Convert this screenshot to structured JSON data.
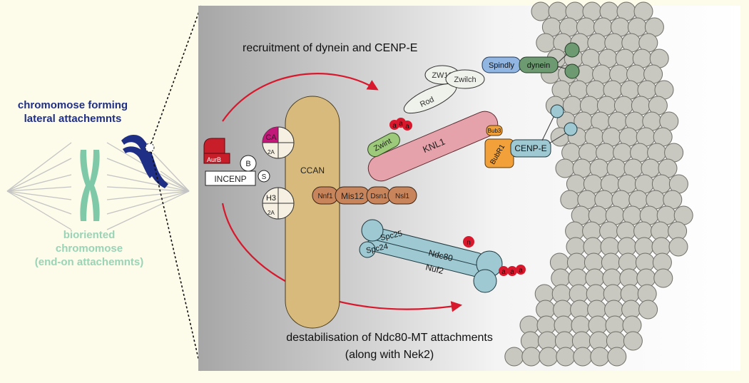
{
  "left_panel": {
    "lateral_title_line1": "chromomose forming",
    "lateral_title_line2": "lateral attachemnts",
    "bioriented_line1": "bioriented",
    "bioriented_line2": "chromomose",
    "bioriented_line3": "(end-on attachemnts)"
  },
  "right_panel": {
    "top_caption": "recruitment of dynein and CENP-E",
    "bottom_caption_line1": "destabilisation of Ndc80-MT attachments",
    "bottom_caption_line2": "(along with Nek2)"
  },
  "proteins": {
    "aurb": "AurB",
    "b": "B",
    "incenp": "INCENP",
    "s": "S",
    "ca": "CA",
    "ca_2a": "2A",
    "h3": "H3",
    "h3_2a": "2A",
    "ccan": "CCAN",
    "nnf1": "Nnf1",
    "mis12": "Mis12",
    "dsn1": "Dsn1",
    "nsl1": "Nsl1",
    "rod": "Rod",
    "zw10": "ZW10",
    "zwilch": "Zwilch",
    "spindly": "Spindly",
    "dynein": "dynein",
    "zwint": "Zwint",
    "knl1": "KNL1",
    "bub3": "Bub3",
    "bubr1": "BubR1",
    "cenpe": "CENP-E",
    "spc25": "Spc25",
    "spc24": "Spc24",
    "ndc80": "Ndc80",
    "nuf2": "Nuf2",
    "phospho_a": "a",
    "phospho_n": "n"
  },
  "colors": {
    "background": "#fdfbe9",
    "aurb": "#c81e2a",
    "ca": "#c2187a",
    "ccan": "#d8ba7c",
    "mis12_complex": "#c8855c",
    "knl1": "#e6a2aa",
    "zwint": "#9cc97a",
    "spindly": "#92b6e2",
    "dynein": "#6e9a72",
    "bub": "#f2a13a",
    "ndc80_complex": "#9ec8d2",
    "phospho": "#d8182c",
    "arrow": "#d8182c",
    "chromosome_lateral": "#1f2f86",
    "chromosome_bioriented": "#7fc9a8",
    "microtubule": "#9a9a92"
  }
}
